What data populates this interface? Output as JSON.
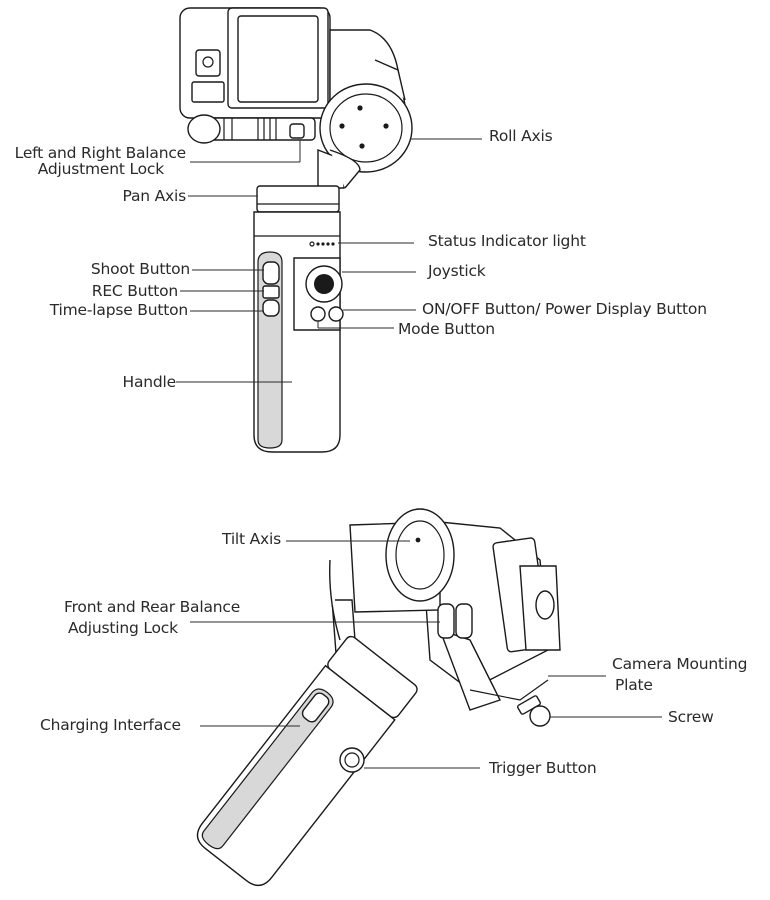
{
  "top_labels": {
    "roll_axis": "Roll Axis",
    "balance_lock_line1": "Left and Right Balance",
    "balance_lock_line2": "Adjustment Lock",
    "pan_axis": "Pan Axis",
    "status_indicator": "Status Indicator light",
    "shoot_button": "Shoot Button",
    "joystick": "Joystick",
    "rec_button": "REC Button",
    "timelapse_button": "Time-lapse Button",
    "onoff_button": "ON/OFF Button/ Power Display Button",
    "mode_button": "Mode Button",
    "handle": "Handle"
  },
  "bottom_labels": {
    "tilt_axis": "Tilt Axis",
    "fr_balance_line1": "Front and Rear Balance",
    "fr_balance_line2": "Adjusting Lock",
    "camera_plate_line1": "Camera Mounting",
    "camera_plate_line2": "Plate",
    "screw": "Screw",
    "charging_interface": "Charging Interface",
    "trigger_button": "Trigger Button"
  }
}
